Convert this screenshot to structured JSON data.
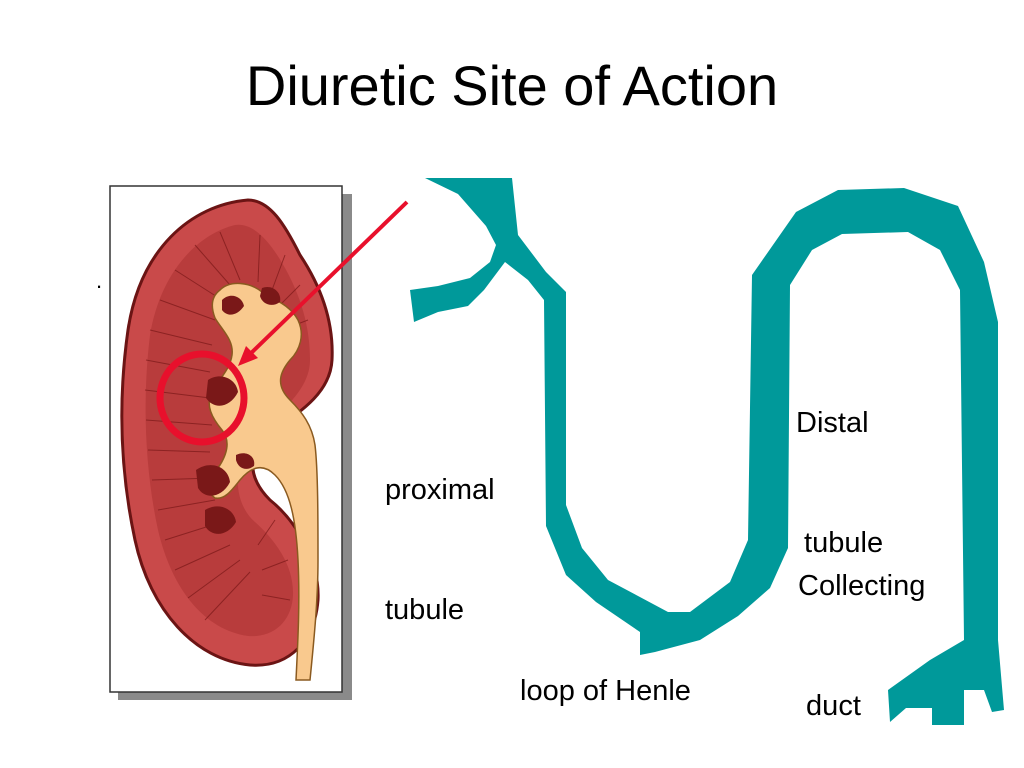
{
  "slide": {
    "title": "Diuretic Site of Action",
    "bullet": "."
  },
  "labels": {
    "proximal_line1": "proximal",
    "proximal_line2": "tubule",
    "distal_line1": "Distal",
    "distal_line2": " tubule",
    "collecting_line1": "Collecting",
    "collecting_line2": " duct",
    "loop": "loop of Henle"
  },
  "colors": {
    "nephron": "#00999a",
    "kidney_cortex": "#c94a4a",
    "kidney_dark": "#7a1818",
    "pelvis": "#f9c98e",
    "highlight": "#e8102c"
  }
}
